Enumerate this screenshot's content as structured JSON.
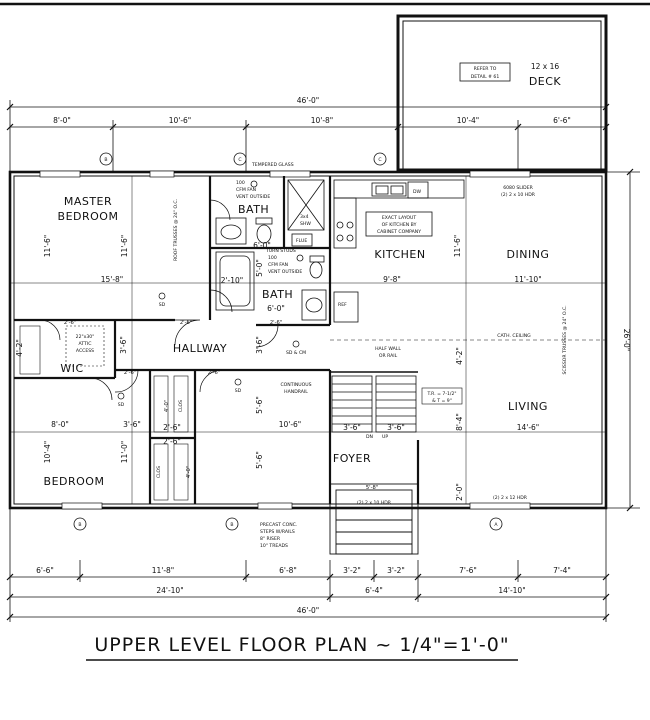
{
  "title": "UPPER LEVEL FLOOR PLAN ~ 1/4\"=1'-0\"",
  "rooms": {
    "master_bedroom": [
      "MASTER",
      "BEDROOM"
    ],
    "bath_upper": "BATH",
    "bath_lower": "BATH",
    "kitchen": "KITCHEN",
    "dining": "DINING",
    "hallway": "HALLWAY",
    "wic": "WIC",
    "living": "LIVING",
    "foyer": "FOYER",
    "bedroom": "BEDROOM",
    "deck": "DECK"
  },
  "dimensions": {
    "top_overall": "46'-0\"",
    "top_segments": [
      "8'-0\"",
      "10'-6\"",
      "10'-8\"",
      "10'-4\"",
      "6'-6\""
    ],
    "bottom_segments": [
      "6'-6\"",
      "11'-8\"",
      "6'-8\"",
      "3'-2\"",
      "3'-2\"",
      "7'-6\"",
      "7'-4\""
    ],
    "bottom_mid": [
      "24'-10\"",
      "6'-4\"",
      "14'-10\""
    ],
    "bottom_overall": "46'-0\"",
    "right_overall": "26'-0\"",
    "deck_size": "12 x 16",
    "master_w": "15'-8\"",
    "master_h1": "11'-6\"",
    "master_h2": "11'-6\"",
    "kitchen_w": "9'-8\"",
    "kitchen_h": "11'-6\"",
    "dining_w": "11'-10\"",
    "bath1_w": "6'-0\"",
    "bath2_w": "6'-0\"",
    "bath_h": "5'-0\"",
    "tub_w": "2'-10\"",
    "wic_left": "4'-2\"",
    "wic_top": "2'-6\"",
    "hall_h": "3'-6\"",
    "hall_h2": "3'-6\"",
    "closet_w": "2'-6\"",
    "closet_w2": "2'-6\"",
    "closet_h": "4'-0\"",
    "closet_h2": "4'-0\"",
    "hall_span": "10'-6\"",
    "hall_span2": "5'-6\"",
    "hall_span3": "5'-6\"",
    "stair_w1": "3'-6\"",
    "stair_w2": "3'-6\"",
    "living_w": "14'-6\"",
    "living_h1": "4'-2\"",
    "living_h2": "8'-4\"",
    "foyer_h": "2'-0\"",
    "foyer_step": "5'-8\"",
    "bedroom_h1": "8'-0\"",
    "bedroom_h2": "10'-4\"",
    "bedroom_h3": "11'-0\"",
    "bedroom_w": "3'-6\"",
    "door_a": "2'-6\"",
    "door_b": "2'-6\"",
    "door_c": "2'-6\"",
    "door_d": "2'-6\""
  },
  "notes": {
    "tempered_glass": "TEMPERED GLASS",
    "fan1": [
      "100",
      "CFM FAN",
      "VENT OUTSIDE"
    ],
    "fan2": [
      "100",
      "CFM FAN",
      "VENT OUTSIDE"
    ],
    "turn_studs": "TURN STUDS",
    "flue": "FLUE",
    "shower": [
      "3x4",
      "SHW"
    ],
    "dw": "DW",
    "ref": "REF",
    "kitchen_layout": [
      "EXACT LAYOUT",
      "OF KITCHEN BY",
      "CABINET COMPANY"
    ],
    "slider": [
      "6080 SLIDER",
      "(2) 2 x 10 HDR"
    ],
    "refer_detail": [
      "REFER TO",
      "DETAIL # 61"
    ],
    "roof_trusses": "ROOF TRUSSES @ 24\" O.C.",
    "scissor_trusses": "SCISSOR TRUSSES @ 24\" O.C.",
    "cath_ceiling": "CATH. CEILING",
    "half_wall": [
      "HALF WALL",
      "OR RAIL"
    ],
    "continuous_handrail": [
      "CONTINUOUS",
      "HANDRAIL"
    ],
    "tr_ts": [
      "T.R. = 7-1/2\"",
      "& T = 9\""
    ],
    "attic_access": [
      "22\"x30\"",
      "ATTIC",
      "ACCESS"
    ],
    "clos": "CLOS",
    "sd": "SD",
    "sd_cm": "SD & CM",
    "dn": "DN",
    "up": "UP",
    "hdr_foyer": "(2) 2 x 10 HDR",
    "hdr_living": "(2) 2 x 12 HDR",
    "precast": [
      "PRECAST CONC.",
      "STEPS W/RAILS",
      "8\" RISER",
      "10\" TREADS"
    ]
  },
  "grid_markers": {
    "top": [
      "B",
      "C",
      "C"
    ],
    "bottom": [
      "B",
      "B",
      "A"
    ]
  }
}
